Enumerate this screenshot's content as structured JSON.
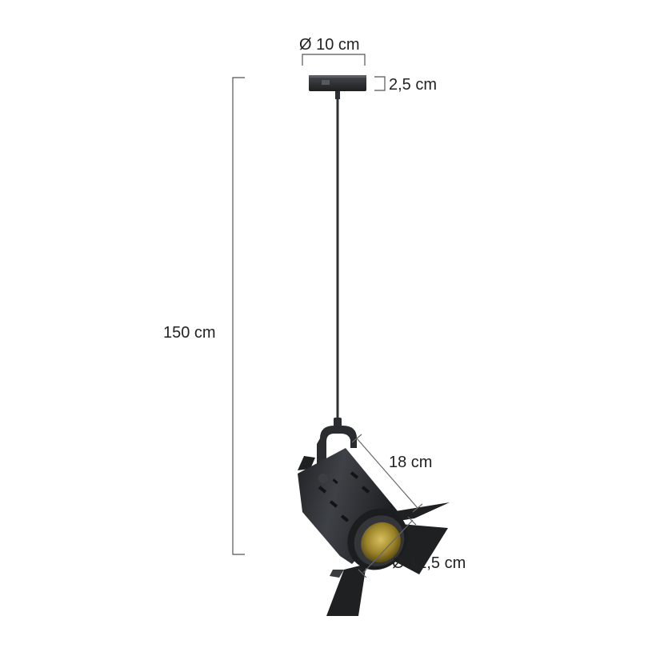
{
  "dimensions": {
    "canopy_diameter": "Ø 10 cm",
    "canopy_height": "2,5 cm",
    "total_height": "150 cm",
    "spot_length": "18 cm",
    "spot_diameter": "Ø 12,5 cm"
  },
  "colors": {
    "metal": "#2b2d30",
    "metal_dark": "#1c1d1f",
    "metal_light": "#4a4d52",
    "dimension_line": "#555555",
    "bulb_inner": "#8a7420",
    "bulb_highlight": "#c9b04a",
    "label": "#222222"
  }
}
